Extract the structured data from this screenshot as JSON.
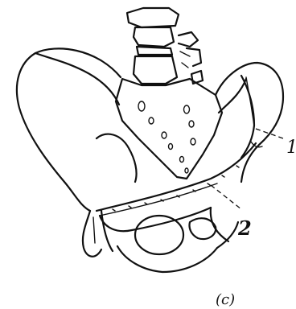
{
  "figure": {
    "pointer_labels": [
      "1",
      "2"
    ],
    "caption": "(c)"
  }
}
